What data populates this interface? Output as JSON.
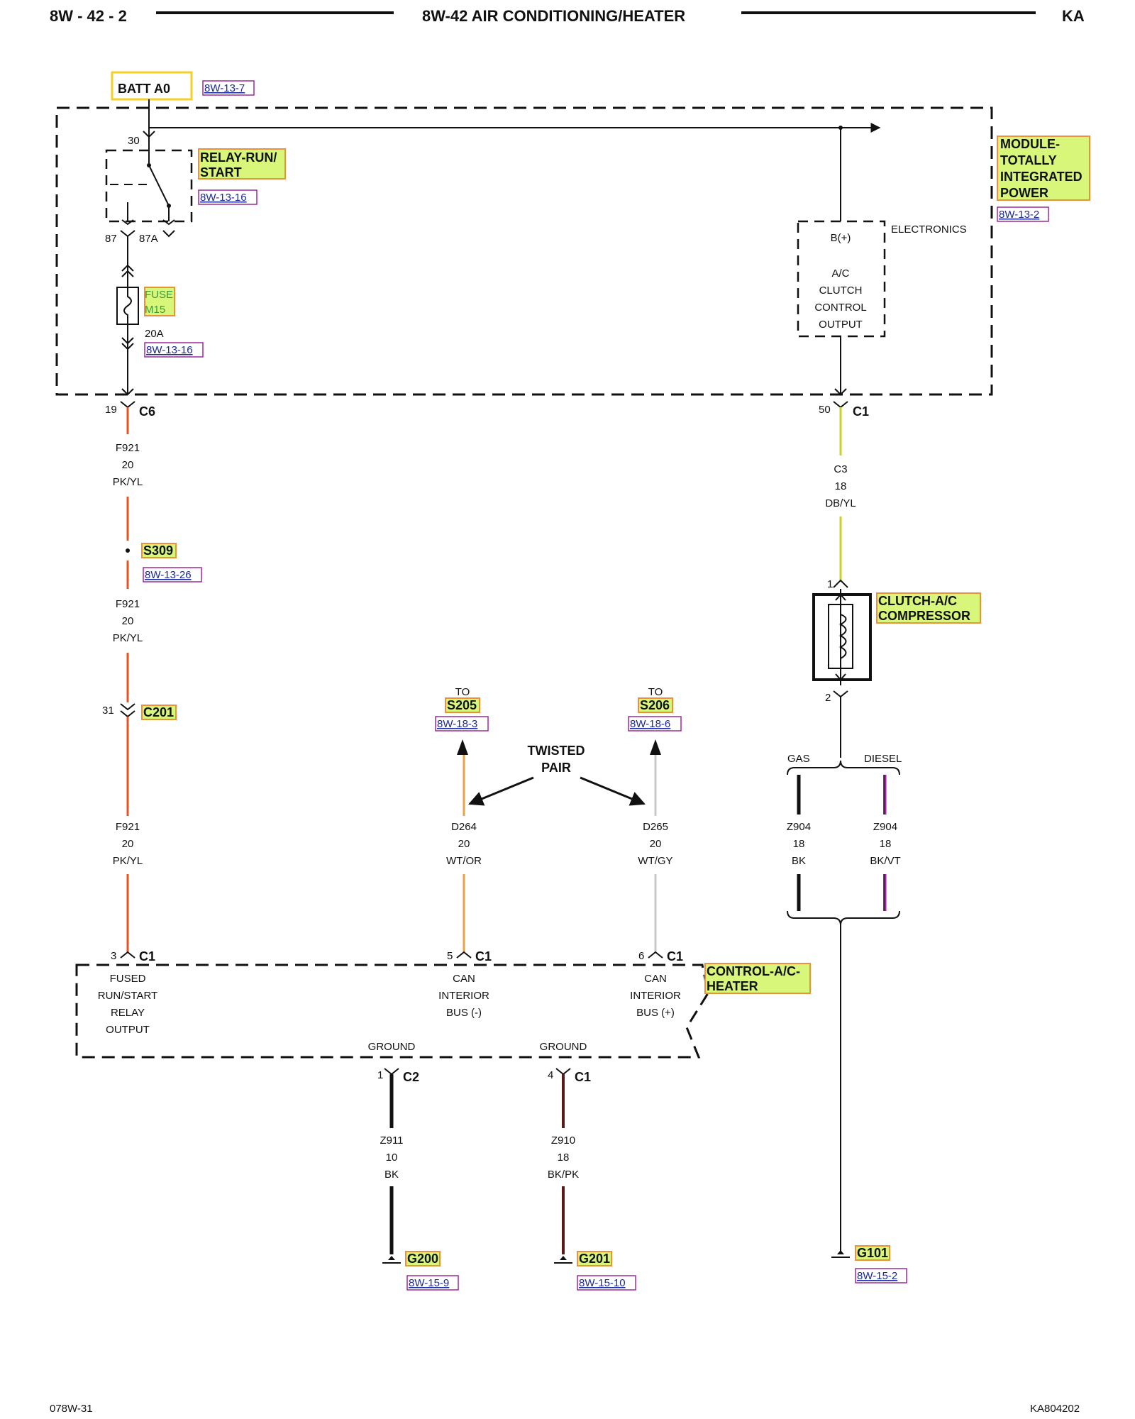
{
  "header": {
    "page_id": "8W - 42 - 2",
    "title": "8W-42 AIR CONDITIONING/HEATER",
    "model": "KA"
  },
  "footer": {
    "left_code": "078W-31",
    "right_code": "KA804202"
  },
  "battery": {
    "label": "BATT A0",
    "ref": "8W-13-7"
  },
  "tipm": {
    "label_lines": [
      "MODULE-",
      "TOTALLY",
      "INTEGRATED",
      "POWER"
    ],
    "ref": "8W-13-2",
    "electronics_label": "ELECTRONICS",
    "output_lines": [
      "B(+)",
      "A/C",
      "CLUTCH",
      "CONTROL",
      "OUTPUT"
    ]
  },
  "relay": {
    "label_lines": [
      "RELAY-RUN/",
      "START"
    ],
    "ref": "8W-13-16",
    "pin_30": "30",
    "pin_87": "87",
    "pin_87a": "87A"
  },
  "fuse": {
    "label_lines": [
      "FUSE",
      "M15"
    ],
    "rating": "20A",
    "ref": "8W-13-16"
  },
  "left_branch": {
    "c6": {
      "pin": "19",
      "connector": "C6"
    },
    "wire1": {
      "circuit": "F921",
      "gauge": "20",
      "color": "PK/YL"
    },
    "splice": {
      "label": "S309",
      "ref": "8W-13-26"
    },
    "wire2": {
      "circuit": "F921",
      "gauge": "20",
      "color": "PK/YL"
    },
    "c201": {
      "pin": "31",
      "connector": "C201"
    },
    "wire3": {
      "circuit": "F921",
      "gauge": "20",
      "color": "PK/YL"
    }
  },
  "right_branch": {
    "c1": {
      "pin": "50",
      "connector": "C1"
    },
    "wire": {
      "circuit": "C3",
      "gauge": "18",
      "color": "DB/YL"
    },
    "clutch": {
      "label_lines": [
        "CLUTCH-A/C",
        "COMPRESSOR"
      ],
      "pin_in": "1",
      "pin_out": "2"
    },
    "gas_label": "GAS",
    "diesel_label": "DIESEL",
    "wire_gas": {
      "circuit": "Z904",
      "gauge": "18",
      "color": "BK"
    },
    "wire_diesel": {
      "circuit": "Z904",
      "gauge": "18",
      "color": "BK/VT"
    },
    "ground": {
      "label": "G101",
      "ref": "8W-15-2"
    }
  },
  "can_bus": {
    "to_1": {
      "to": "TO",
      "label": "S205",
      "ref": "8W-18-3"
    },
    "to_2": {
      "to": "TO",
      "label": "S206",
      "ref": "8W-18-6"
    },
    "twisted_pair_lines": [
      "TWISTED",
      "PAIR"
    ],
    "wire_minus": {
      "circuit": "D264",
      "gauge": "20",
      "color": "WT/OR"
    },
    "wire_plus": {
      "circuit": "D265",
      "gauge": "20",
      "color": "WT/GY"
    }
  },
  "control_module": {
    "label_lines": [
      "CONTROL-A/C-",
      "HEATER"
    ],
    "pin_3": {
      "pin": "3",
      "connector": "C1",
      "lines": [
        "FUSED",
        "RUN/START",
        "RELAY",
        "OUTPUT"
      ]
    },
    "pin_5": {
      "pin": "5",
      "connector": "C1",
      "lines": [
        "CAN",
        "INTERIOR",
        "BUS (-)"
      ]
    },
    "pin_6": {
      "pin": "6",
      "connector": "C1",
      "lines": [
        "CAN",
        "INTERIOR",
        "BUS (+)"
      ]
    },
    "ground_1_label": "GROUND",
    "ground_2_label": "GROUND"
  },
  "grounds": {
    "g200": {
      "pin": "1",
      "connector": "C2",
      "wire": {
        "circuit": "Z911",
        "gauge": "10",
        "color": "BK"
      },
      "label": "G200",
      "ref": "8W-15-9"
    },
    "g201": {
      "pin": "4",
      "connector": "C1",
      "wire": {
        "circuit": "Z910",
        "gauge": "18",
        "color": "BK/PK"
      },
      "label": "G201",
      "ref": "8W-15-10"
    }
  },
  "colors": {
    "pk_yl_wire": "#e8541f",
    "db_yl_wire": "#c9d22a",
    "wt_or_wire": "#e8a24a",
    "wt_gy_wire": "#c8c8c8",
    "bk_wire": "#111111",
    "bk_vt_wire": "#b01ab0",
    "bk_pk_wire": "#5a1a1a",
    "highlight": "#d8f77a",
    "highlight_border": "#e8933a",
    "ref_text": "#1a2a9a"
  }
}
